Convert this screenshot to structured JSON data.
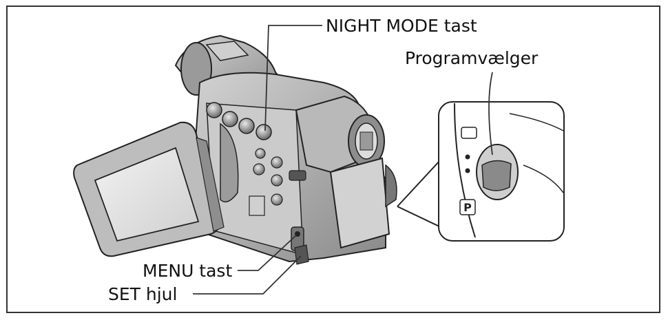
{
  "labels": {
    "night_mode": "NIGHT MODE tast",
    "program_selector": "Programvælger",
    "menu": "MENU tast",
    "set_dial": "SET hjul"
  },
  "selector_mode_letter": "P",
  "colors": {
    "line": "#222222",
    "body_mid": "#b8b8b8",
    "body_dark": "#6e6e6e",
    "body_light": "#dcdcdc",
    "screen": "#d9d9d9"
  }
}
